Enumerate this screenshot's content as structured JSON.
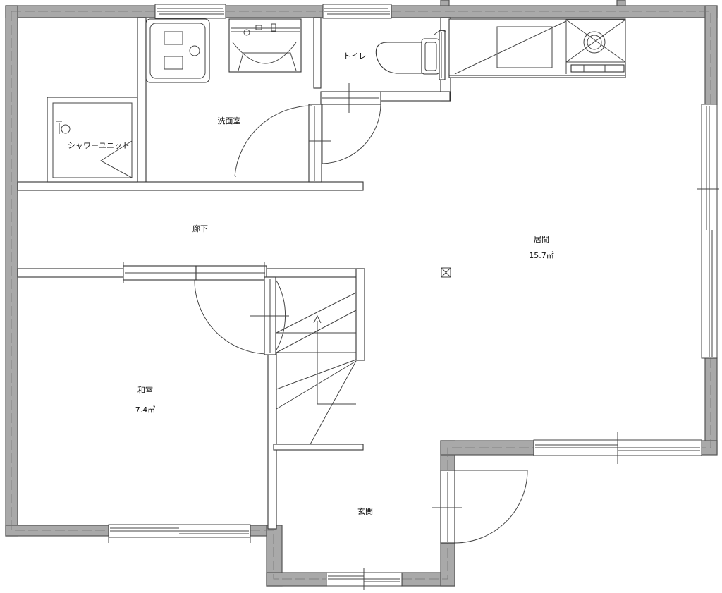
{
  "rooms": {
    "shower": {
      "label": "シャワーユニット"
    },
    "washroom": {
      "label": "洗面室"
    },
    "toilet": {
      "label": "トイレ"
    },
    "corridor": {
      "label": "廊下"
    },
    "living": {
      "label": "居間",
      "area": "15.7㎡"
    },
    "washitsu": {
      "label": "和室",
      "area": "7.4㎡"
    },
    "genkan": {
      "label": "玄関"
    }
  }
}
